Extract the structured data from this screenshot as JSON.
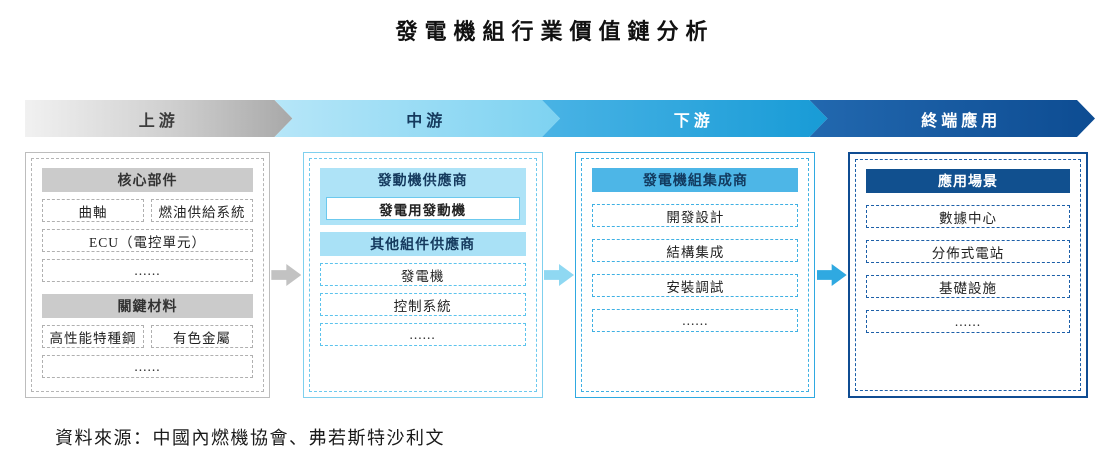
{
  "title": "發電機組行業價值鏈分析",
  "source": "資料來源：中國內燃機協會、弗若斯特沙利文",
  "banners": {
    "upstream": "上游",
    "midstream": "中游",
    "downstream": "下游",
    "terminal": "終端應用"
  },
  "upstream": {
    "section1_header": "核心部件",
    "box_crankshaft": "曲軸",
    "box_fuel": "燃油供給系統",
    "box_ecu": "ECU（電控單元）",
    "box_more1": "......",
    "section2_header": "關鍵材料",
    "box_steel": "高性能特種鋼",
    "box_metal": "有色金屬",
    "box_more2": "......"
  },
  "midstream": {
    "section1_header": "發動機供應商",
    "box_engine": "發電用發動機",
    "section2_header": "其他組件供應商",
    "box_generator": "發電機",
    "box_control": "控制系統",
    "box_more": "......"
  },
  "downstream": {
    "header": "發電機組集成商",
    "box_design": "開發設計",
    "box_integration": "結構集成",
    "box_install": "安裝調試",
    "box_more": "......"
  },
  "terminal": {
    "header": "應用場景",
    "box_datacenter": "數據中心",
    "box_station": "分佈式電站",
    "box_infrastructure": "基礎設施",
    "box_more": "......"
  },
  "colors": {
    "gray_banner": "#c9c9c9",
    "light_blue": "#7ed2f1",
    "medium_blue": "#1f9fd9",
    "dark_blue": "#0f4c92"
  }
}
